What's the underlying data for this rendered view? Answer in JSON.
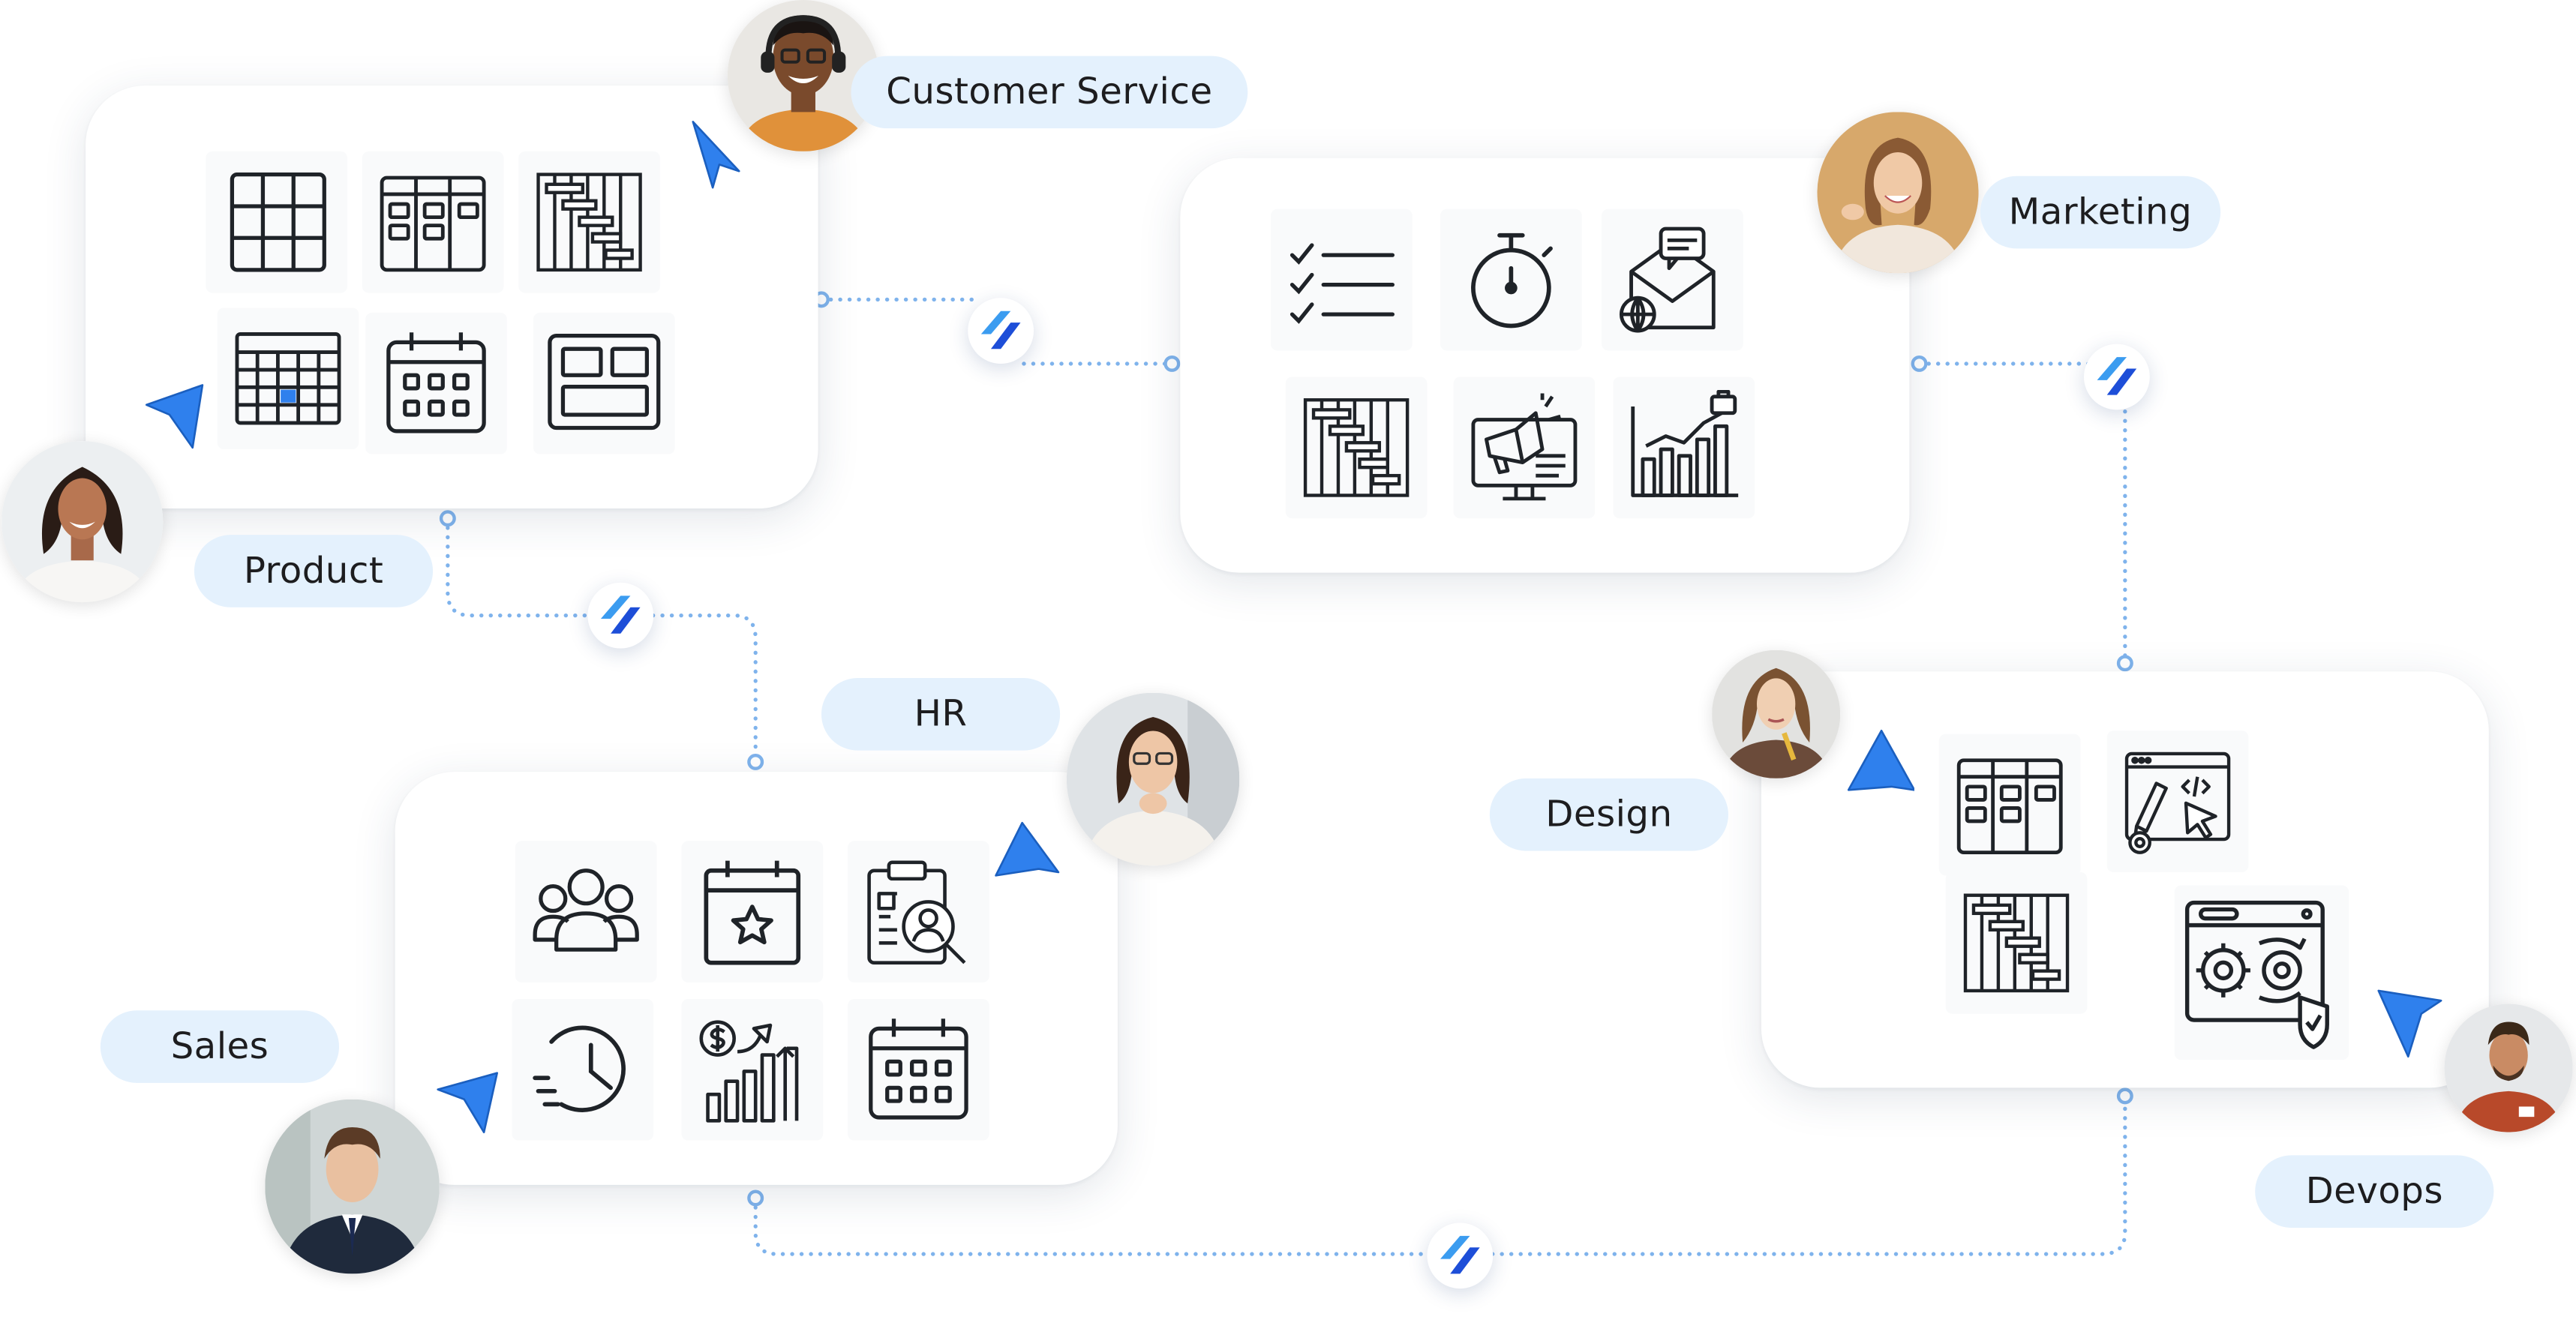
{
  "teams": {
    "customer_service": "Customer Service",
    "marketing": "Marketing",
    "product": "Product",
    "hr": "HR",
    "design": "Design",
    "sales": "Sales",
    "devops": "Devops"
  },
  "colors": {
    "accent": "#2f80ed",
    "pill_bg": "#e4f1fd",
    "connector": "#7fb3ec",
    "icon_stroke": "#1f2328",
    "logo_dark": "#1d4ed8",
    "logo_light": "#3b9cf0"
  },
  "icons": {
    "product": [
      "table-grid-icon",
      "kanban-board-icon",
      "gantt-chart-icon",
      "calendar-grid-icon",
      "calendar-icon",
      "layout-blocks-icon"
    ],
    "marketing": [
      "checklist-icon",
      "stopwatch-icon",
      "global-email-icon",
      "gantt-chart-icon",
      "marketing-campaign-icon",
      "growth-chart-icon"
    ],
    "hr": [
      "team-icon",
      "event-calendar-icon",
      "candidate-review-icon",
      "time-tracking-icon",
      "payroll-growth-icon",
      "calendar-icon"
    ],
    "design": [
      "kanban-board-icon",
      "web-design-icon",
      "gantt-chart-icon",
      "devops-automation-icon"
    ]
  },
  "avatars": [
    "customer-service-avatar",
    "marketing-avatar",
    "product-avatar",
    "hr-avatar",
    "design-avatar",
    "sales-avatar",
    "devops-avatar"
  ]
}
